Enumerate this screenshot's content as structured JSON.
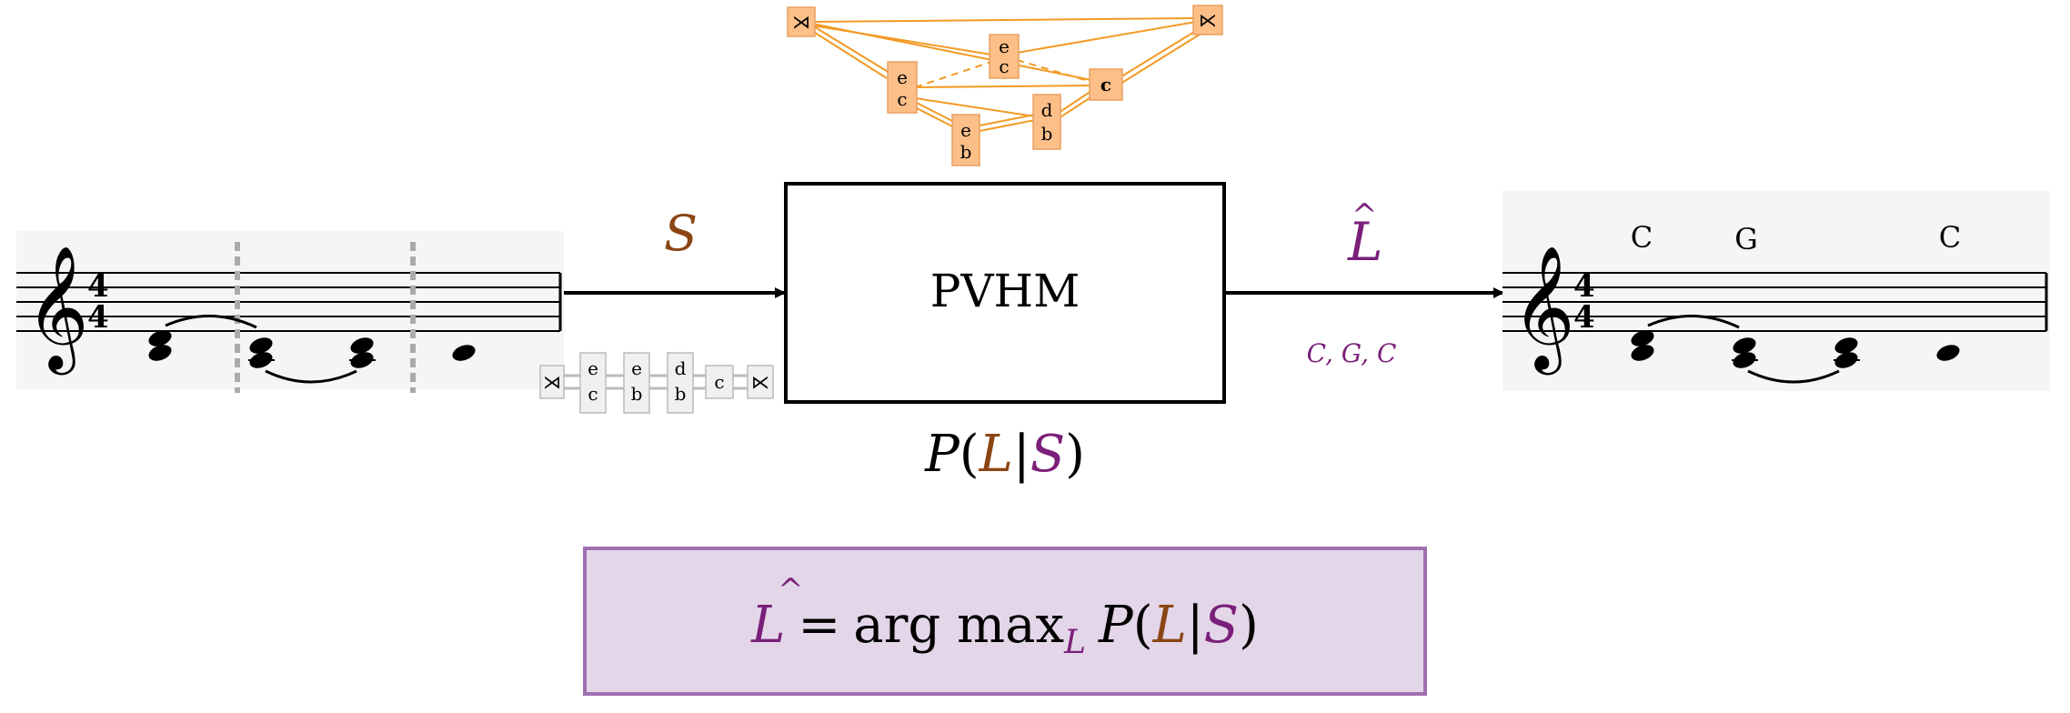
{
  "model": {
    "name": "PVHM",
    "prob_P": "P",
    "prob_open": "(",
    "prob_L": "L",
    "prob_bar": "|",
    "prob_S": "S",
    "prob_close": ")"
  },
  "input": {
    "symbol": "S",
    "sequence": [
      "⋊",
      "e\nc",
      "e\nb",
      "d\nb",
      "c",
      "⋉"
    ]
  },
  "output": {
    "symbol": "L",
    "hat": "^",
    "sequence_text": "C, G, C",
    "chord_labels": [
      "C",
      "G",
      "C"
    ]
  },
  "lattice": {
    "nodes": [
      "⋊",
      "e\nc",
      "e\nc",
      "e\nb",
      "d\nb",
      "c",
      "⋉"
    ]
  },
  "formula": {
    "lhs": "L",
    "hat": "^",
    "eq": "=",
    "argmax": "arg max",
    "sub": "L",
    "P": "P",
    "open": "(",
    "L": "L",
    "bar": "|",
    "S": "S",
    "close": ")"
  },
  "colors": {
    "brown": "#8B4513",
    "purple": "#7A1F7A",
    "orange_fill": "#FDBF88",
    "orange_line": "#F29A24",
    "gray_fill": "#F0F0F0",
    "gray_line": "#BBBBBB",
    "formula_fill": "#E3D6E8",
    "formula_border": "#A070B0",
    "staff_bg": "#F5F5F5"
  }
}
